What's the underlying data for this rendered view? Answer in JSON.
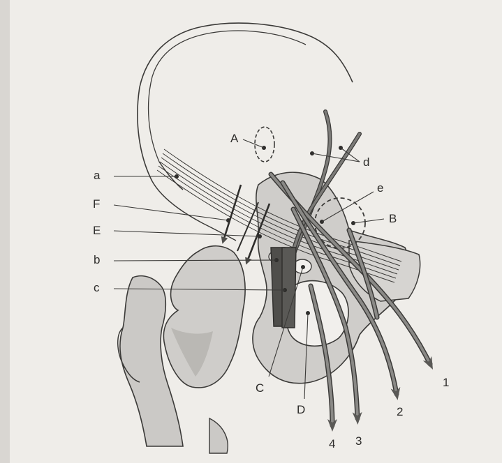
{
  "labels": {
    "a": "a",
    "F": "F",
    "E": "E",
    "b": "b",
    "c": "c",
    "A": "A",
    "d": "d",
    "e": "e",
    "B": "B",
    "C": "C",
    "D": "D",
    "n1": "1",
    "n2": "2",
    "n3": "3",
    "n4": "4"
  },
  "colors": {
    "paper": "#f1efec",
    "ink": "#3b3a38",
    "bone": "#cfcdca",
    "bone_dark": "#a9a7a3",
    "nerve": "#6b6a67",
    "dark_band": "#555451"
  }
}
